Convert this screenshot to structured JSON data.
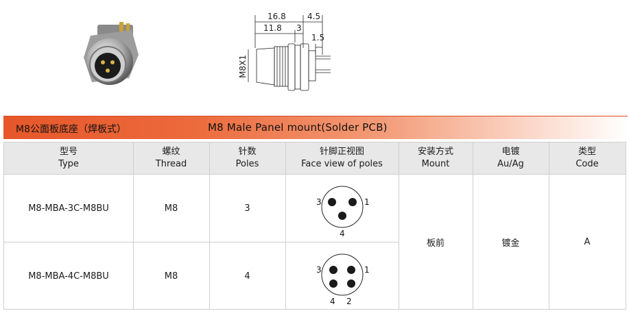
{
  "title": {
    "cn": "M8公面板底座（焊板式）",
    "en": "M8 Male Panel mount(Solder PCB)"
  },
  "drawing": {
    "dim_total": "16.8",
    "dim_tail": "4.5",
    "dim_body": "11.8",
    "dim_nut": "3",
    "dim_pin": "1.5",
    "thread_label": "M8X1"
  },
  "table": {
    "headers": [
      {
        "cn": "型号",
        "en": "Type"
      },
      {
        "cn": "螺纹",
        "en": "Thread"
      },
      {
        "cn": "针数",
        "en": "Poles"
      },
      {
        "cn": "针脚正视图",
        "en": "Face view of poles"
      },
      {
        "cn": "安装方式",
        "en": "Mount"
      },
      {
        "cn": "电镀",
        "en": "Au/Ag"
      },
      {
        "cn": "类型",
        "en": "Code"
      }
    ],
    "rows": [
      {
        "type": "M8-MBA-3C-M8BU",
        "thread": "M8",
        "poles": "3",
        "pins": {
          "left": "3",
          "right": "1",
          "bottom": "4"
        }
      },
      {
        "type": "M8-MBA-4C-M8BU",
        "thread": "M8",
        "poles": "4",
        "pins": {
          "left": "3",
          "right": "1",
          "bottom_left": "4",
          "bottom_right": "2"
        }
      }
    ],
    "mount": "板前",
    "plating": "镀金",
    "code": "A"
  }
}
